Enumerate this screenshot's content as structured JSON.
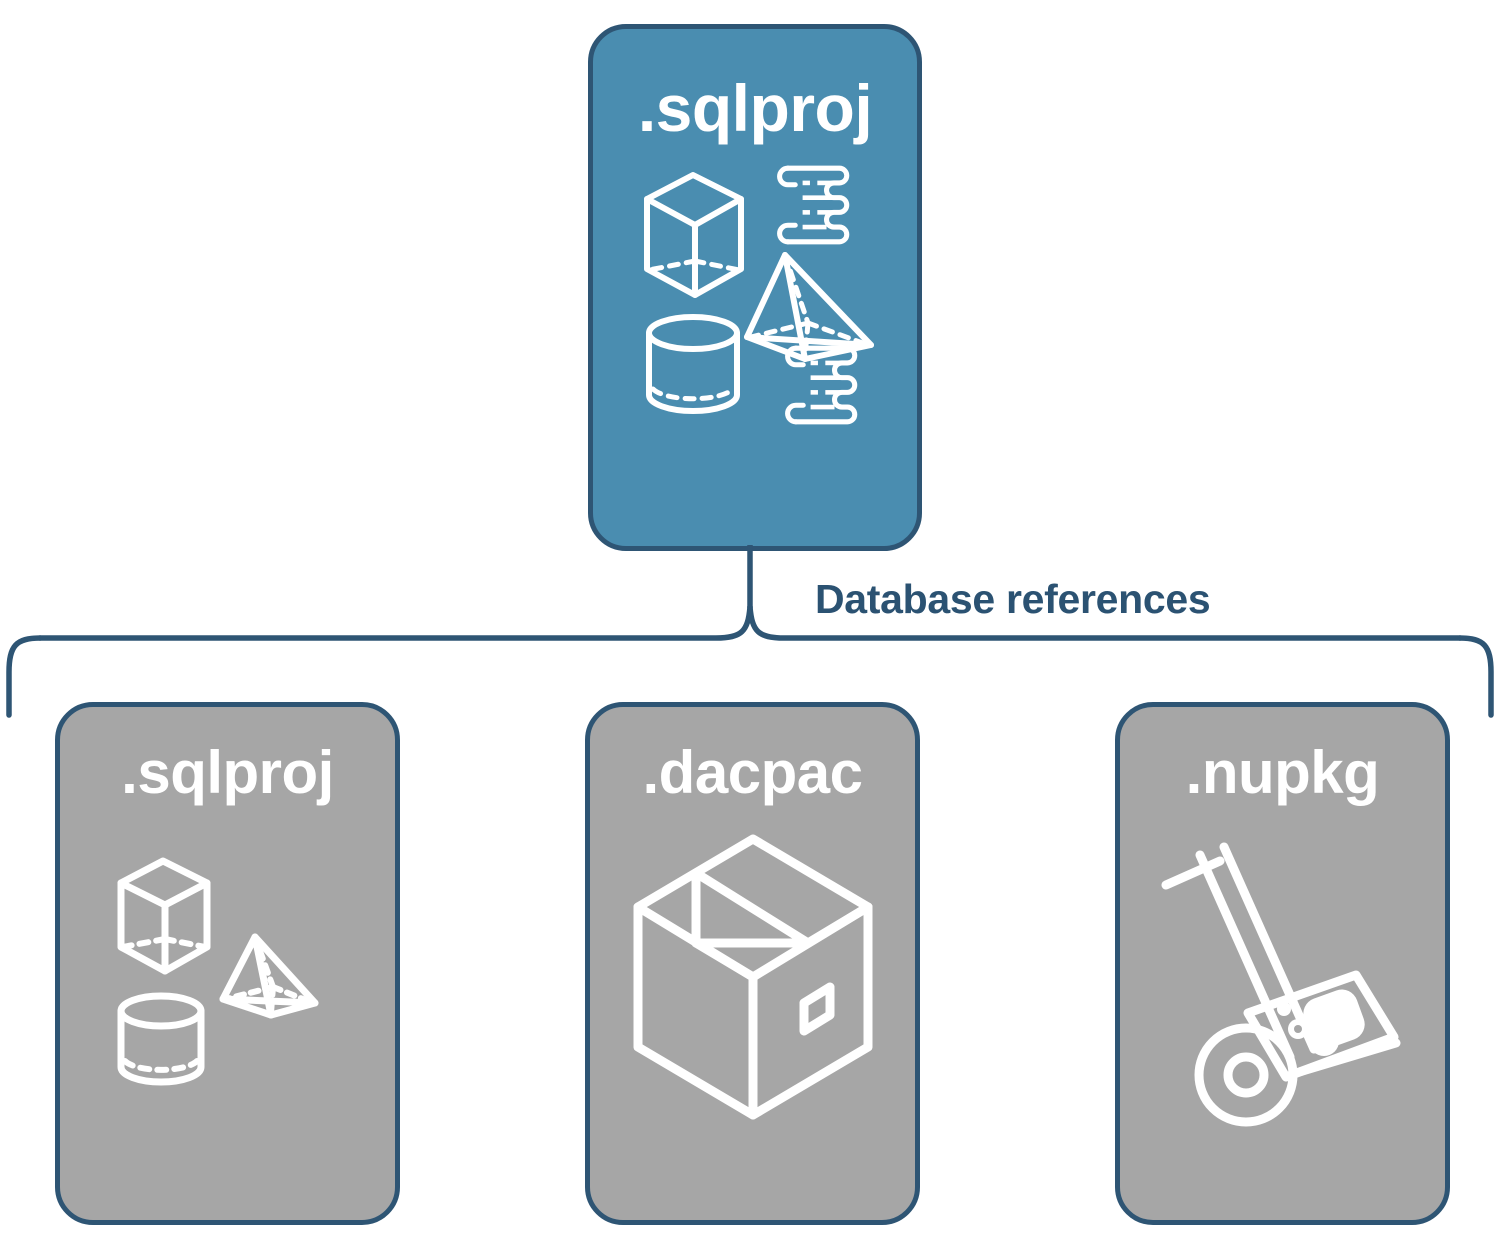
{
  "diagram": {
    "title_text": "Database references",
    "colors": {
      "accent_blue": "#4A8DB0",
      "border_navy": "#2E5574",
      "node_gray": "#A6A6A6",
      "label_navy": "#2B5272",
      "icon_white": "#FFFFFF",
      "background": "#FFFFFF"
    },
    "root": {
      "label": ".sqlproj",
      "icons": [
        "cube-wireframe-icon",
        "scroll-script-icon",
        "pyramid-wireframe-icon",
        "cylinder-wireframe-icon",
        "scroll-script-icon"
      ]
    },
    "connector": {
      "label": "Database references",
      "type": "curly-brace"
    },
    "children": [
      {
        "label": ".sqlproj",
        "icons": [
          "cube-wireframe-icon",
          "pyramid-wireframe-icon",
          "cylinder-wireframe-icon"
        ]
      },
      {
        "label": ".dacpac",
        "icons": [
          "package-box-icon"
        ]
      },
      {
        "label": ".nupkg",
        "icons": [
          "hand-truck-nuget-icon"
        ]
      }
    ]
  }
}
